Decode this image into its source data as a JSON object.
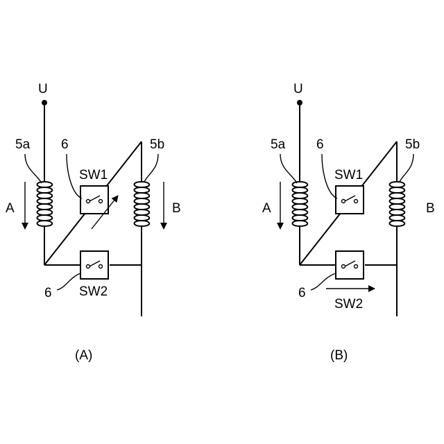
{
  "panels": [
    {
      "terminal": "U",
      "coil_left": "5a",
      "coil_right": "5b",
      "switch_top": "SW1",
      "switch_bottom": "SW2",
      "switch_ref_top": "6",
      "switch_ref_bottom": "6",
      "current_left": "A",
      "current_right": "B",
      "caption": "(A)"
    },
    {
      "terminal": "U",
      "coil_left": "5a",
      "coil_right": "5b",
      "switch_top": "SW1",
      "switch_bottom": "SW2",
      "switch_ref_top": "6",
      "switch_ref_bottom": "6",
      "current_left": "A",
      "current_right": "B",
      "caption": "(B)"
    }
  ]
}
